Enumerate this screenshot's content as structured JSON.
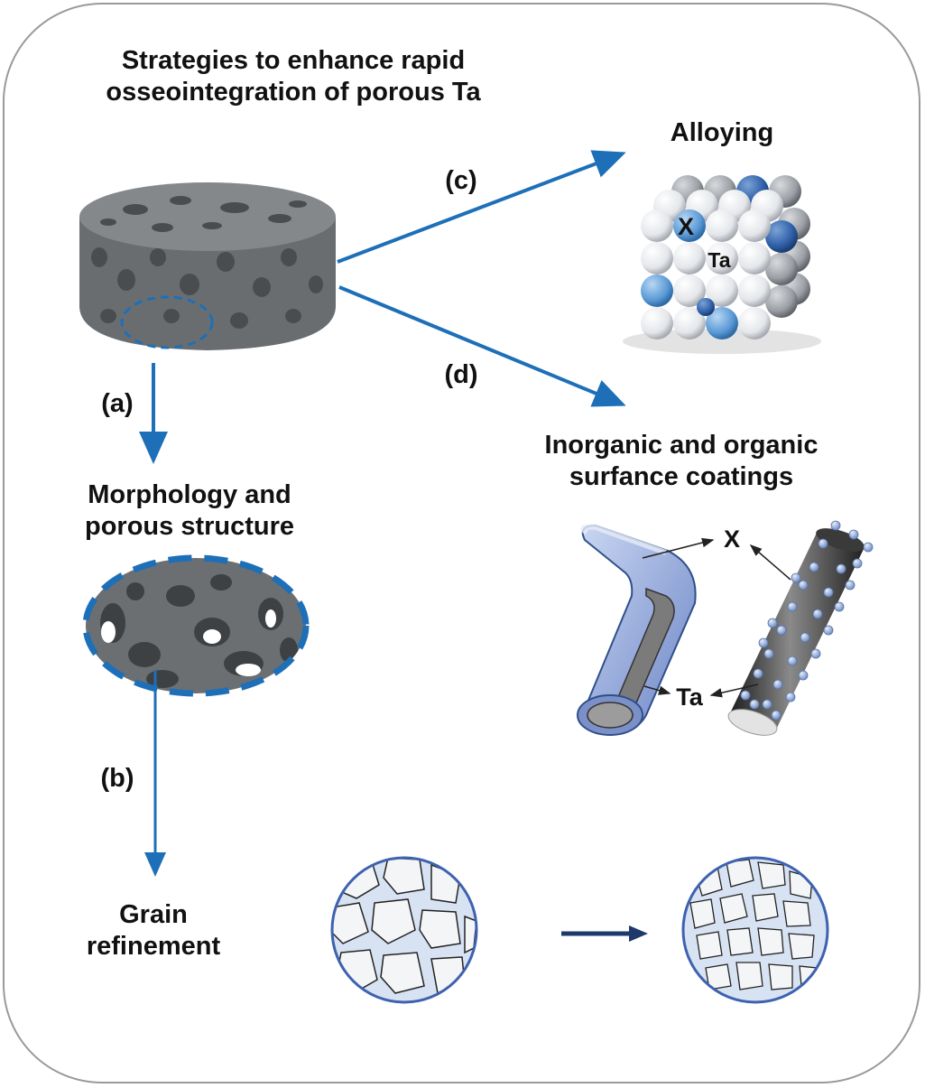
{
  "title_line1": "Strategies to enhance rapid",
  "title_line2": "osseointegration of porous Ta",
  "labels": {
    "a": "(a)",
    "b": "(b)",
    "c": "(c)",
    "d": "(d)"
  },
  "morphology_line1": "Morphology and",
  "morphology_line2": "porous structure",
  "grain_line1": "Grain",
  "grain_line2": "refinement",
  "alloying": "Alloying",
  "coatings_line1": "Inorganic and organic",
  "coatings_line2": "surfance coatings",
  "alloy_x": "X",
  "alloy_ta": "Ta",
  "coat_x": "X",
  "coat_ta": "Ta",
  "colors": {
    "arrow_blue": "#1d6fb8",
    "navy": "#1e3a6b",
    "porous_gray": "#6b6e71",
    "grain_fill": "#d7e3f3"
  }
}
